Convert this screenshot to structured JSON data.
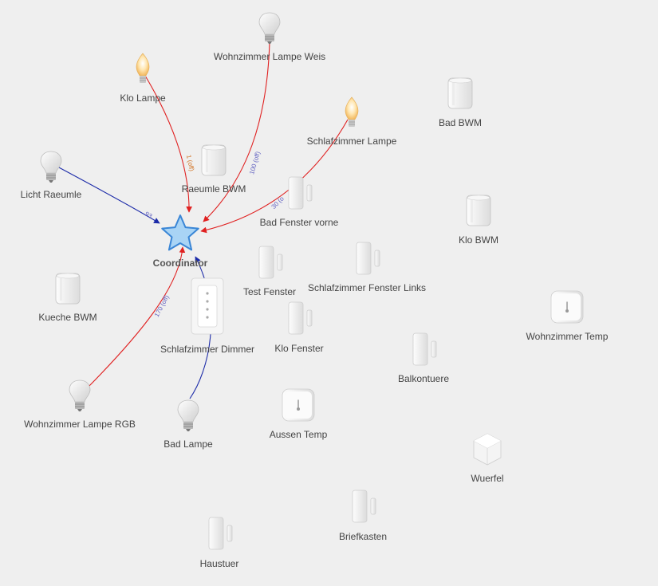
{
  "colors": {
    "background": "#efefef",
    "link_red": "#e02020",
    "link_blue": "#1b2aa8",
    "link_label_orange": "#d07020",
    "link_label_blue": "#6060c0",
    "coordinator_fill": "#a9d4f5",
    "coordinator_stroke": "#3a86d6"
  },
  "coordinator": {
    "id": "coordinator",
    "label": "Coordinator"
  },
  "nodes": [
    {
      "id": "wz-lampe-weis",
      "label": "Wohnzimmer Lampe Weis",
      "icon": "bulb-white-icon"
    },
    {
      "id": "klo-lampe",
      "label": "Klo Lampe",
      "icon": "bulb-warm-icon"
    },
    {
      "id": "bad-bwm",
      "label": "Bad BWM",
      "icon": "motion-sensor-icon"
    },
    {
      "id": "schlaf-lampe",
      "label": "Schlafzimmer Lampe",
      "icon": "bulb-warm-icon"
    },
    {
      "id": "licht-raeumle",
      "label": "Licht Raeumle",
      "icon": "bulb-white-icon"
    },
    {
      "id": "raeumle-bwm",
      "label": "Raeumle BWM",
      "icon": "motion-sensor-icon"
    },
    {
      "id": "bad-fenster",
      "label": "Bad Fenster vorne",
      "icon": "door-window-sensor-icon"
    },
    {
      "id": "klo-bwm",
      "label": "Klo BWM",
      "icon": "motion-sensor-icon"
    },
    {
      "id": "test-fenster",
      "label": "Test Fenster",
      "icon": "door-window-sensor-icon"
    },
    {
      "id": "schlaf-fenster",
      "label": "Schlafzimmer Fenster Links",
      "icon": "door-window-sensor-icon"
    },
    {
      "id": "kueche-bwm",
      "label": "Kueche BWM",
      "icon": "motion-sensor-icon"
    },
    {
      "id": "wz-temp",
      "label": "Wohnzimmer Temp",
      "icon": "temp-sensor-icon"
    },
    {
      "id": "schlaf-dimmer",
      "label": "Schlafzimmer Dimmer",
      "icon": "dimmer-switch-icon"
    },
    {
      "id": "klo-fenster",
      "label": "Klo Fenster",
      "icon": "door-window-sensor-icon"
    },
    {
      "id": "balkontuere",
      "label": "Balkontuere",
      "icon": "door-window-sensor-icon"
    },
    {
      "id": "wz-lampe-rgb",
      "label": "Wohnzimmer Lampe RGB",
      "icon": "bulb-white-icon"
    },
    {
      "id": "bad-lampe",
      "label": "Bad Lampe",
      "icon": "bulb-white-icon"
    },
    {
      "id": "aussen-temp",
      "label": "Aussen Temp",
      "icon": "temp-sensor-icon"
    },
    {
      "id": "wuerfel",
      "label": "Wuerfel",
      "icon": "cube-icon"
    },
    {
      "id": "briefkasten",
      "label": "Briefkasten",
      "icon": "door-window-sensor-icon"
    },
    {
      "id": "haustuer",
      "label": "Haustuer",
      "icon": "door-window-sensor-icon"
    }
  ],
  "links": [
    {
      "from": "klo-lampe",
      "to": "coordinator",
      "color": "red",
      "label": "1 (off)"
    },
    {
      "from": "wz-lampe-weis",
      "to": "coordinator",
      "color": "red",
      "label": "100 (off)"
    },
    {
      "from": "schlaf-lampe",
      "to": "coordinator",
      "color": "red",
      "label": "30 (o"
    },
    {
      "from": "licht-raeumle",
      "to": "coordinator",
      "color": "blue",
      "label": "93"
    },
    {
      "from": "wz-lampe-rgb",
      "to": "coordinator",
      "color": "red",
      "label": "170 (off)"
    },
    {
      "from": "bad-lampe",
      "to": "coordinator",
      "color": "blue",
      "label": ""
    }
  ]
}
